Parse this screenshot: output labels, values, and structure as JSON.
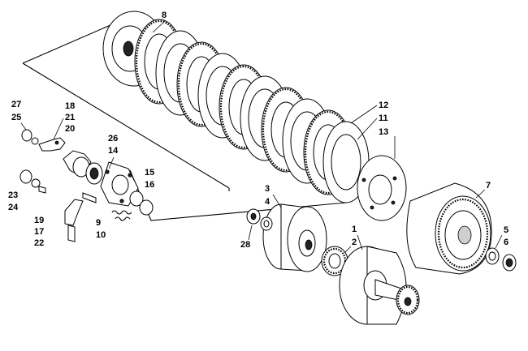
{
  "diagram": {
    "type": "exploded-parts-diagram",
    "callouts": [
      "1",
      "2",
      "3",
      "4",
      "5",
      "6",
      "7",
      "8",
      "9",
      "10",
      "11",
      "12",
      "13",
      "14",
      "15",
      "16",
      "17",
      "19",
      "18",
      "20",
      "21",
      "22",
      "23",
      "24",
      "25",
      "26",
      "27",
      "28"
    ]
  }
}
